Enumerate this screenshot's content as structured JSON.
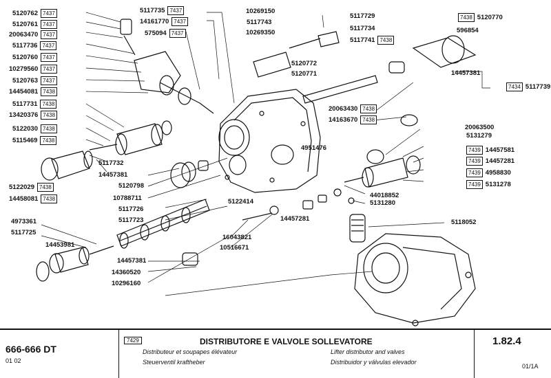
{
  "labels": [
    {
      "id": "l1",
      "text": "5120762",
      "tag": "7437"
    },
    {
      "id": "l2",
      "text": "5120761",
      "tag": "7437"
    },
    {
      "id": "l3",
      "text": "20063470",
      "tag": "7437"
    },
    {
      "id": "l4",
      "text": "5117736",
      "tag": "7437"
    },
    {
      "id": "l5",
      "text": "5120760",
      "tag": "7437"
    },
    {
      "id": "l6",
      "text": "10279560",
      "tag": "7437"
    },
    {
      "id": "l7",
      "text": "5120763",
      "tag": "7437"
    },
    {
      "id": "l8",
      "text": "14454081",
      "tag": "7438"
    },
    {
      "id": "l9",
      "text": "5117731",
      "tag": "7438"
    },
    {
      "id": "l10",
      "text": "13420376",
      "tag": "7438"
    },
    {
      "id": "l11",
      "text": "5122030",
      "tag": "7438"
    },
    {
      "id": "l12",
      "text": "5115469",
      "tag": "7438"
    },
    {
      "id": "l13",
      "text": "5122029",
      "tag": "7438"
    },
    {
      "id": "l14",
      "text": "14458081",
      "tag": "7438"
    },
    {
      "id": "l15",
      "text": "5117735",
      "tag": "7437"
    },
    {
      "id": "l16",
      "text": "14161770",
      "tag": "7437"
    },
    {
      "id": "l17",
      "text": "575094",
      "tag": "7437"
    },
    {
      "id": "l18",
      "text": "10269150",
      "tag": ""
    },
    {
      "id": "l19",
      "text": "5117743",
      "tag": ""
    },
    {
      "id": "l20",
      "text": "10269350",
      "tag": ""
    },
    {
      "id": "l21",
      "text": "5117729",
      "tag": ""
    },
    {
      "id": "l22",
      "text": "5117734",
      "tag": ""
    },
    {
      "id": "l23",
      "text": "5117741",
      "tag": "7438"
    },
    {
      "id": "l24",
      "text": "5120772",
      "tag": ""
    },
    {
      "id": "l25",
      "text": "5120771",
      "tag": ""
    },
    {
      "id": "l26",
      "text": "5120770",
      "tag": "7438"
    },
    {
      "id": "l27",
      "text": "596854",
      "tag": ""
    },
    {
      "id": "l28",
      "text": "14457381",
      "tag": ""
    },
    {
      "id": "l29",
      "text": "5117739",
      "tag": "7434"
    },
    {
      "id": "l30",
      "text": "20063430",
      "tag": "7438"
    },
    {
      "id": "l31",
      "text": "14163670",
      "tag": "7438"
    },
    {
      "id": "l32",
      "text": "20063500",
      "tag": ""
    },
    {
      "id": "l33",
      "text": "5131279",
      "tag": ""
    },
    {
      "id": "l34",
      "text": "14457581",
      "tag": "7439"
    },
    {
      "id": "l35",
      "text": "14457281",
      "tag": "7439"
    },
    {
      "id": "l36",
      "text": "4958830",
      "tag": "7439"
    },
    {
      "id": "l37",
      "text": "5131278",
      "tag": "7439"
    },
    {
      "id": "l38",
      "text": "4951476",
      "tag": ""
    },
    {
      "id": "l39",
      "text": "44018852",
      "tag": ""
    },
    {
      "id": "l40",
      "text": "5131280",
      "tag": ""
    },
    {
      "id": "l41",
      "text": "5117732",
      "tag": ""
    },
    {
      "id": "l42",
      "text": "14457381",
      "tag": ""
    },
    {
      "id": "l43",
      "text": "5120798",
      "tag": ""
    },
    {
      "id": "l44",
      "text": "10788711",
      "tag": ""
    },
    {
      "id": "l45",
      "text": "5117726",
      "tag": ""
    },
    {
      "id": "l46",
      "text": "5117723",
      "tag": ""
    },
    {
      "id": "l47",
      "text": "5122414",
      "tag": ""
    },
    {
      "id": "l48",
      "text": "14457281",
      "tag": ""
    },
    {
      "id": "l49",
      "text": "5118052",
      "tag": ""
    },
    {
      "id": "l50",
      "text": "4973361",
      "tag": ""
    },
    {
      "id": "l51",
      "text": "5117725",
      "tag": ""
    },
    {
      "id": "l52",
      "text": "14453981",
      "tag": ""
    },
    {
      "id": "l53",
      "text": "14457381",
      "tag": ""
    },
    {
      "id": "l54",
      "text": "14360520",
      "tag": ""
    },
    {
      "id": "l55",
      "text": "10296160",
      "tag": ""
    },
    {
      "id": "l56",
      "text": "16043821",
      "tag": ""
    },
    {
      "id": "l57",
      "text": "10516671",
      "tag": ""
    }
  ],
  "footer": {
    "model": "666-666 DT",
    "model_sub": "01   02",
    "ref_tag": "7429",
    "title_it": "DISTRIBUTORE E VALVOLE SOLLEVATORE",
    "title_fr": "Distributeur et soupapes élévateur",
    "title_de": "Steuerventil kraftheber",
    "title_en": "Lifter distributor and valves",
    "title_es": "Distribuidor y válvulas elevador",
    "page": "1.82.4",
    "rev": "01/1A"
  }
}
